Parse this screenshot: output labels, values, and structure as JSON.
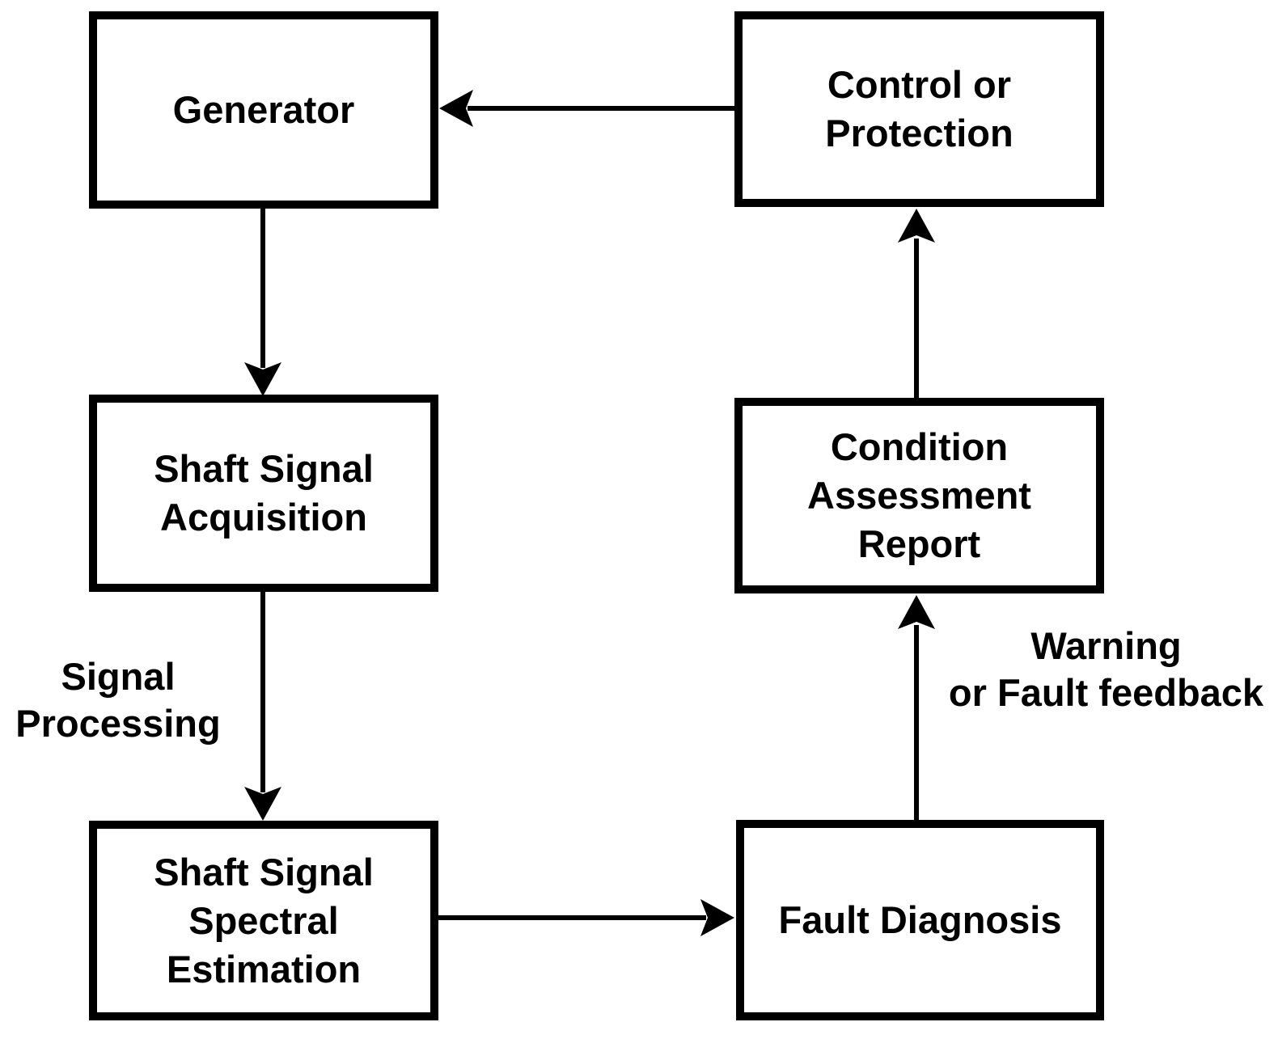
{
  "diagram": {
    "type": "flowchart",
    "background_color": "#ffffff",
    "line_color": "#000000",
    "text_color": "#000000",
    "nodes": {
      "generator": {
        "label": "Generator"
      },
      "control_or_protection": {
        "label": "Control or\nProtection"
      },
      "shaft_signal_acquisition": {
        "label": "Shaft Signal\nAcquisition"
      },
      "condition_assessment_report": {
        "label": "Condition\nAssessment\nReport"
      },
      "shaft_signal_spectral_estimation": {
        "label": "Shaft Signal\nSpectral\nEstimation"
      },
      "fault_diagnosis": {
        "label": "Fault Diagnosis"
      }
    },
    "edge_labels": {
      "signal_processing": "Signal\nProcessing",
      "warning_or_fault_feedback": "Warning\nor Fault feedback"
    },
    "edges": [
      {
        "from": "control_or_protection",
        "to": "generator",
        "label": ""
      },
      {
        "from": "generator",
        "to": "shaft_signal_acquisition",
        "label": ""
      },
      {
        "from": "shaft_signal_acquisition",
        "to": "shaft_signal_spectral_estimation",
        "label": "Signal\nProcessing"
      },
      {
        "from": "shaft_signal_spectral_estimation",
        "to": "fault_diagnosis",
        "label": ""
      },
      {
        "from": "fault_diagnosis",
        "to": "condition_assessment_report",
        "label": "Warning\nor Fault feedback"
      },
      {
        "from": "condition_assessment_report",
        "to": "control_or_protection",
        "label": ""
      }
    ]
  }
}
